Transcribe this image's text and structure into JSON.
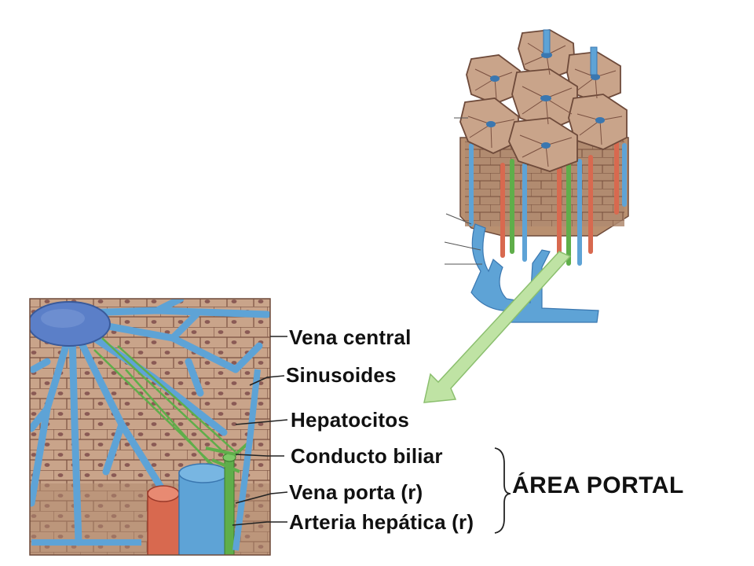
{
  "labels": {
    "central_vein": "Vena central",
    "sinusoids": "Sinusoides",
    "hepatocytes": "Hepatocitos",
    "bile_duct": "Conducto biliar",
    "portal_vein": "Vena porta (r)",
    "hepatic_artery": "Arteria hepática (r)",
    "portal_area": "ÁREA PORTAL"
  },
  "colors": {
    "tissue": "#c9a48a",
    "cell_outline": "#6e4a3a",
    "nucleus": "#8a5a55",
    "vein_blue": "#5ea3d6",
    "vein_dark": "#3a77b0",
    "bile_green": "#5fae4a",
    "artery_red": "#d8694f",
    "arrow_green": "#bfe3a4",
    "ink": "#111111"
  }
}
